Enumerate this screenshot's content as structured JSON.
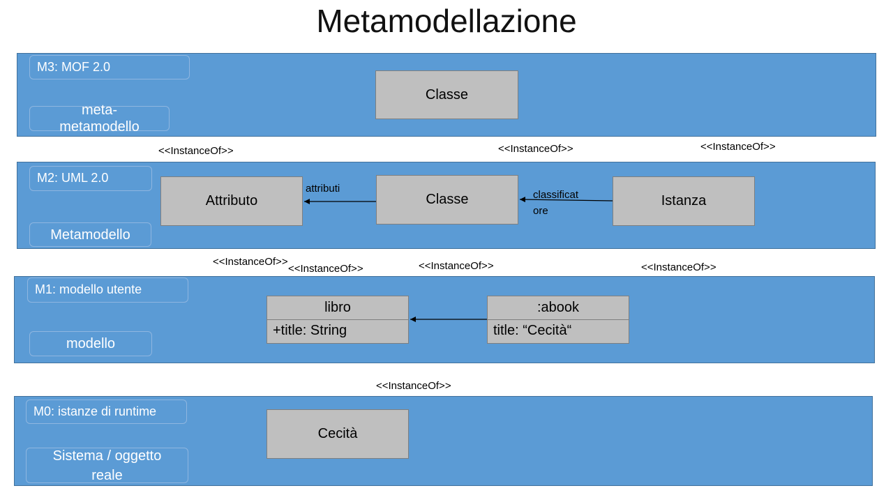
{
  "title": "Metamodellazione",
  "levels": {
    "m3": {
      "label": "M3: MOF 2.0",
      "role": "meta-metamodello",
      "classe": "Classe"
    },
    "m2": {
      "label": "M2: UML 2.0",
      "role": "Metamodello",
      "attributo": "Attributo",
      "classe": "Classe",
      "istanza": "Istanza",
      "edge_attributi": "attributi",
      "edge_classificatore_1": "classificat",
      "edge_classificatore_2": "ore"
    },
    "m1": {
      "label": "M1: modello utente",
      "role": "modello",
      "libro": {
        "name": "libro",
        "attr": "+title: String"
      },
      "abook": {
        "name": ":abook",
        "attr": "title: “Cecità“"
      }
    },
    "m0": {
      "label": "M0: istanze di runtime",
      "role_1": "Sistema / oggetto",
      "role_2": "reale",
      "cecita": "Cecità"
    }
  },
  "instance_of": [
    "<<InstanceOf>>",
    "<<InstanceOf>>",
    "<<InstanceOf>>",
    "<<InstanceOf>>",
    "<<InstanceOf>>",
    "<<InstanceOf>>",
    "<<InstanceOf>>",
    "<<InstanceOf>>"
  ],
  "colors": {
    "band": "#5b9bd5",
    "box": "#bfbfbf"
  }
}
